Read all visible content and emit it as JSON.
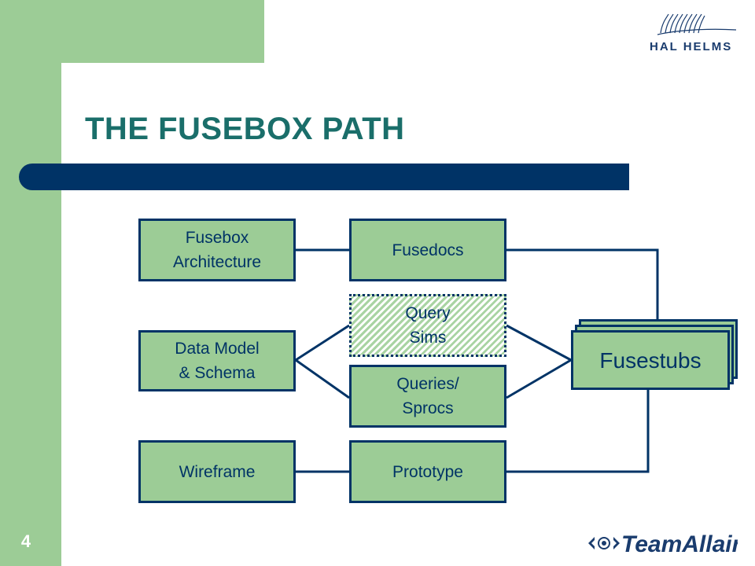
{
  "slide": {
    "title": "THE FUSEBOX PATH",
    "number": "4"
  },
  "logos": {
    "top_right": {
      "text": "HAL HELMS",
      "icon": "hal-helms-signature-logo"
    },
    "bottom_right": {
      "text": "TeamAllaire",
      "icon": "team-allaire-logo"
    }
  },
  "colors": {
    "green": "#9ccc96",
    "navy": "#003366",
    "title_teal": "#1a6e6a"
  },
  "diagram": {
    "nodes": {
      "fusebox_architecture": "Fusebox\nArchitecture",
      "fusedocs": "Fusedocs",
      "data_model": "Data Model\n& Schema",
      "query_sims": "Query\nSims",
      "queries_sprocs": "Queries/\nSprocs",
      "wireframe": "Wireframe",
      "prototype": "Prototype",
      "fusestubs": "Fusestubs"
    },
    "edges": [
      [
        "fusebox_architecture",
        "fusedocs"
      ],
      [
        "fusedocs",
        "fusestubs"
      ],
      [
        "data_model",
        "query_sims"
      ],
      [
        "data_model",
        "queries_sprocs"
      ],
      [
        "query_sims",
        "fusestubs"
      ],
      [
        "queries_sprocs",
        "fusestubs"
      ],
      [
        "wireframe",
        "prototype"
      ],
      [
        "prototype",
        "fusestubs"
      ]
    ]
  }
}
